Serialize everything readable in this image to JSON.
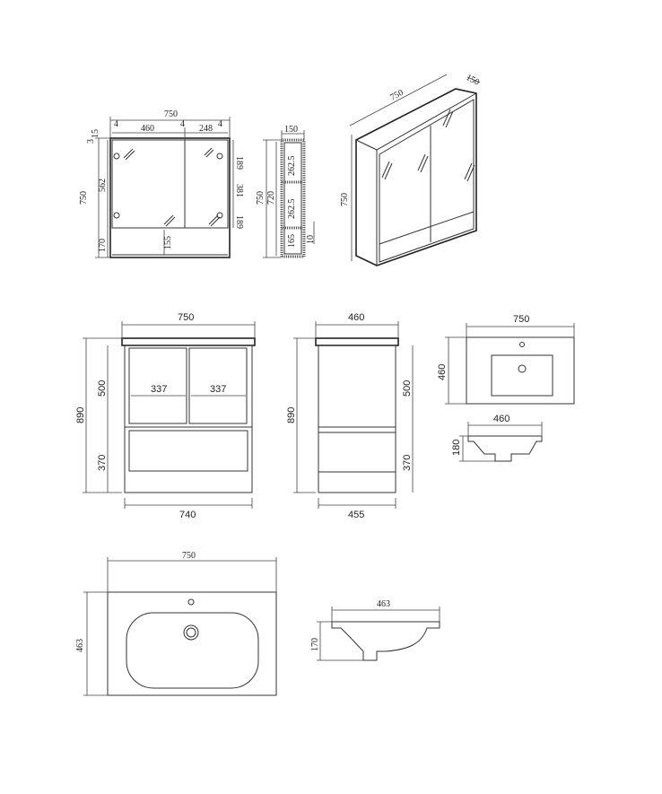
{
  "mirror_cabinet_front": {
    "width": "750",
    "door_left": "460",
    "door_right": "248",
    "top_gap": "15",
    "side_gap": "3",
    "height": "750",
    "mirror_height": "562",
    "shelf_height": "170",
    "shelf_center": "155",
    "hinge_top": "189",
    "hinge_span": "381",
    "hinge_bottom": "189",
    "hinge_marker": "4"
  },
  "mirror_cabinet_side": {
    "depth": "150",
    "height": "750",
    "inner_height": "720",
    "shelf_upper": "262.5",
    "shelf_middle": "262.5",
    "shelf_lower": "165",
    "offset": "10"
  },
  "mirror_cabinet_iso": {
    "width": "750",
    "depth": "150",
    "height": "750"
  },
  "vanity_front": {
    "top_width": "750",
    "height": "890",
    "upper_height": "500",
    "lower_height": "370",
    "door_left": "337",
    "door_right": "337",
    "base_width": "740"
  },
  "vanity_side": {
    "top_depth": "460",
    "height": "890",
    "upper_height": "500",
    "lower_height": "370",
    "base_depth": "455"
  },
  "basin_small_top": {
    "width": "750",
    "depth": "460"
  },
  "basin_small_side": {
    "depth": "460",
    "height": "180"
  },
  "basin_large_top": {
    "width": "750",
    "depth": "463"
  },
  "basin_large_side": {
    "depth": "463",
    "height": "170"
  }
}
